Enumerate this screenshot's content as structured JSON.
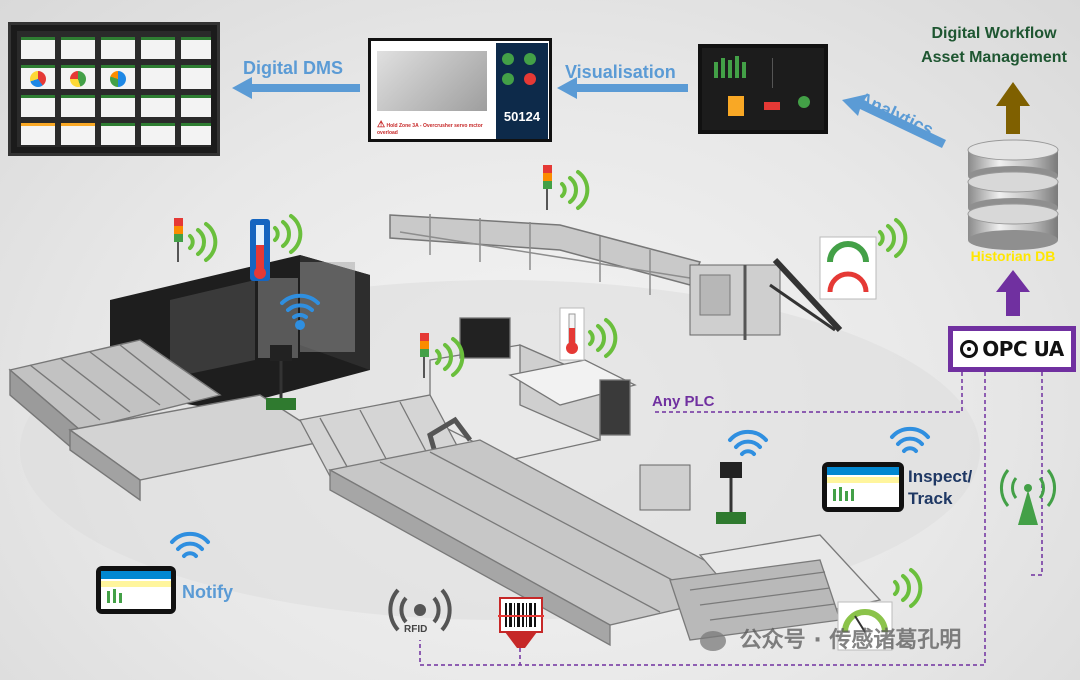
{
  "labels": {
    "digital_dms": "Digital DMS",
    "visualisation": "Visualisation",
    "analytics": "Analytics",
    "workflow_line1": "Digital Workflow",
    "workflow_line2": "Asset Management",
    "historian": "Historian DB",
    "opcua": "OPC UA",
    "any_plc": "Any PLC",
    "inspect_line1": "Inspect/",
    "inspect_line2": "Track",
    "notify": "Notify",
    "rfid": "RFID"
  },
  "vis_screen": {
    "warning_text": "Hold Zone 3A - Overcrusher servo mctor overload",
    "counter": "50124"
  },
  "watermark": {
    "text": "公众号 · 传感诸葛孔明"
  },
  "colors": {
    "arrow_blue": "#5b9bd5",
    "arrow_brown": "#7f6000",
    "arrow_purple": "#7030a0",
    "wifi_green": "#6abf3c",
    "wifi_blue": "#2f8fe0",
    "line_green": "#2e7d32",
    "historian_yellow": "#ffe600"
  }
}
